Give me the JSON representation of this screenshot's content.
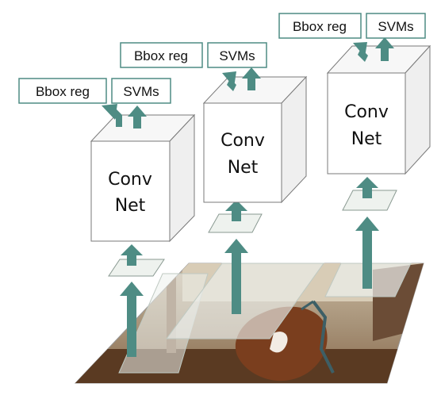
{
  "colors": {
    "arrow": "#4e8c84",
    "label_border": "#4e8c84",
    "box_front": "#ffffff",
    "box_side": "#f0f0f0",
    "box_top": "#f7f7f7",
    "box_stroke": "#7a7a7a",
    "patch_fill": "#e6eeea",
    "photo_bg": "#b8a48c"
  },
  "nets": [
    {
      "conv_label": [
        "Conv",
        "Net"
      ],
      "bbox_label": "Bbox reg",
      "svm_label": "SVMs"
    },
    {
      "conv_label": [
        "Conv",
        "Net"
      ],
      "bbox_label": "Bbox reg",
      "svm_label": "SVMs"
    },
    {
      "conv_label": [
        "Conv",
        "Net"
      ],
      "bbox_label": "Bbox reg",
      "svm_label": "SVMs"
    }
  ],
  "image": {
    "description_icon": "horse-photo"
  }
}
